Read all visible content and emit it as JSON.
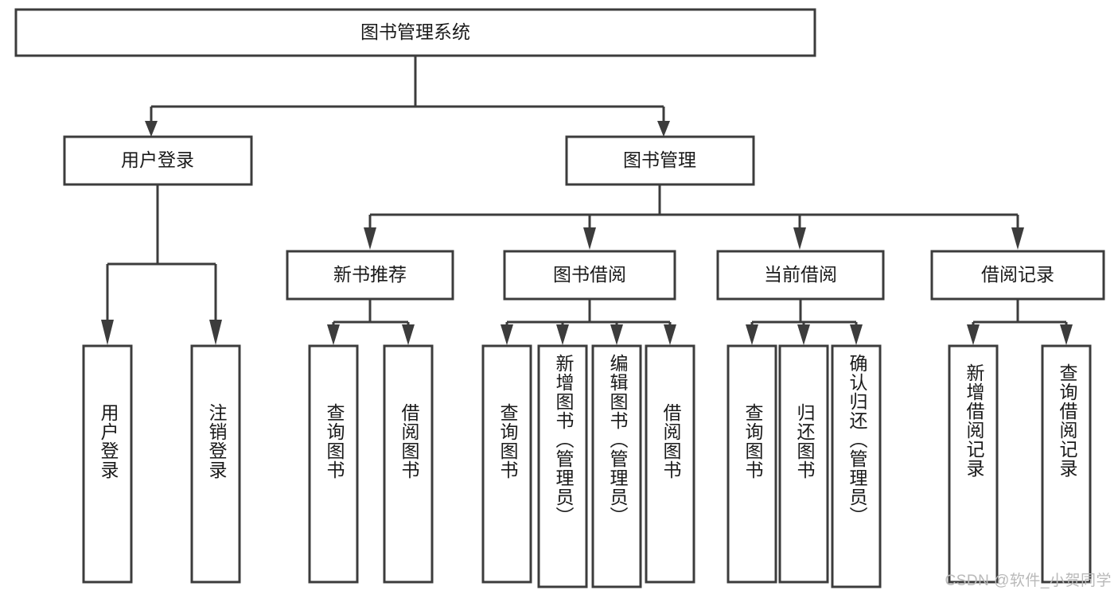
{
  "diagram": {
    "title": "图书管理系统",
    "type": "hierarchy-tree",
    "watermark": "CSDN @软件_小贺同学",
    "colors": {
      "stroke": "#3c3c3c",
      "fill": "#ffffff",
      "text": "#1a1a1a",
      "watermark": "#b9b9b9"
    },
    "root": {
      "label": "图书管理系统"
    },
    "level2": [
      {
        "label": "用户登录"
      },
      {
        "label": "图书管理"
      }
    ],
    "level3": [
      {
        "label": "新书推荐"
      },
      {
        "label": "图书借阅"
      },
      {
        "label": "当前借阅"
      },
      {
        "label": "借阅记录"
      }
    ],
    "leaves": {
      "user_login": [
        {
          "label": "用户登录"
        },
        {
          "label": "注销登录"
        }
      ],
      "new_book_recommend": [
        {
          "label": "查询图书"
        },
        {
          "label": "借阅图书"
        }
      ],
      "book_borrow": [
        {
          "label": "查询图书"
        },
        {
          "label": "新增图书（管理员）"
        },
        {
          "label": "编辑图书（管理员）"
        },
        {
          "label": "借阅图书"
        }
      ],
      "current_borrow": [
        {
          "label": "查询图书"
        },
        {
          "label": "归还图书"
        },
        {
          "label": "确认归还（管理员）"
        }
      ],
      "borrow_record": [
        {
          "label": "新增借阅记录"
        },
        {
          "label": "查询借阅记录"
        }
      ]
    }
  }
}
